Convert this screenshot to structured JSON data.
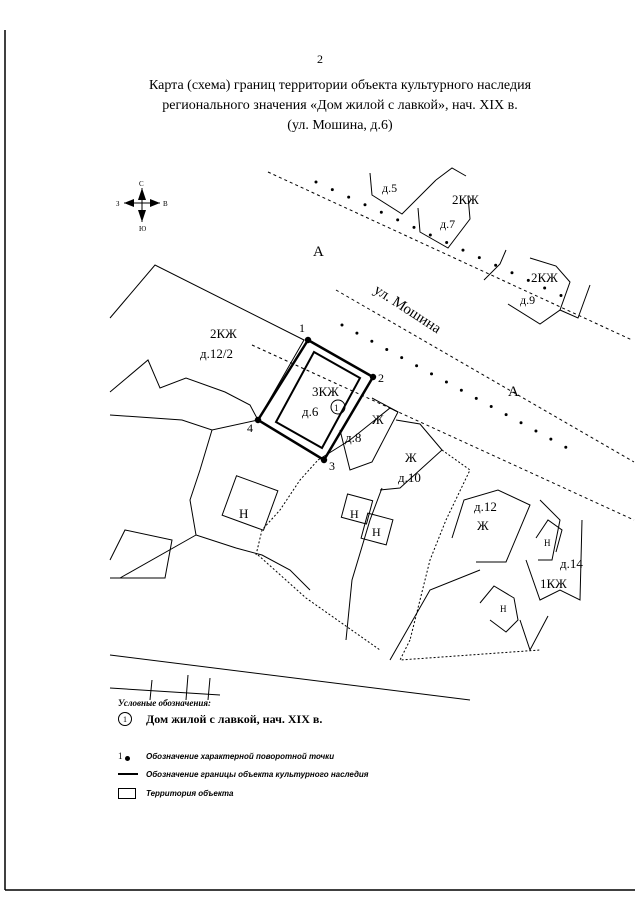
{
  "page_number": "2",
  "title_lines": [
    "Карта (схема) границ территории объекта культурного наследия",
    "регионального значения «Дом жилой с лавкой», нач. XIX в.",
    "(ул. Мошина, д.6)"
  ],
  "compass": {
    "north": "С",
    "south": "Ю",
    "west": "З",
    "east": "В"
  },
  "map": {
    "street_name": "ул. Мошина",
    "zone_a_top": "А",
    "zone_a_bottom": "А",
    "object_label": "3КЖ",
    "object_house": "д.6",
    "object_marker": "1",
    "points": [
      "1",
      "2",
      "3",
      "4"
    ],
    "buildings": {
      "d5": "д.5",
      "kzh7": "2КЖ",
      "d7": "д.7",
      "kzh9": "2КЖ",
      "d9": "д.9",
      "kzh12": "2КЖ",
      "d12_2": "д.12/2",
      "zh8": "Ж",
      "d8": "д.8",
      "zh10": "Ж",
      "d10": "д.10",
      "d12": "д.12",
      "zh12": "Ж",
      "h1": "Н",
      "h2": "Н",
      "h3": "Н",
      "h4": "Н",
      "h5": "Н",
      "d14": "д.14",
      "k14": "1КЖ"
    }
  },
  "legend": {
    "heading": "Условные обозначения:",
    "object_marker": "1",
    "object_text": "Дом жилой с лавкой, нач. XIX в.",
    "point_number": "1",
    "point_text": "Обозначение характерной поворотной точки",
    "boundary_text": "Обозначение границы объекта культурного наследия",
    "territory_text": "Территория объекта"
  }
}
